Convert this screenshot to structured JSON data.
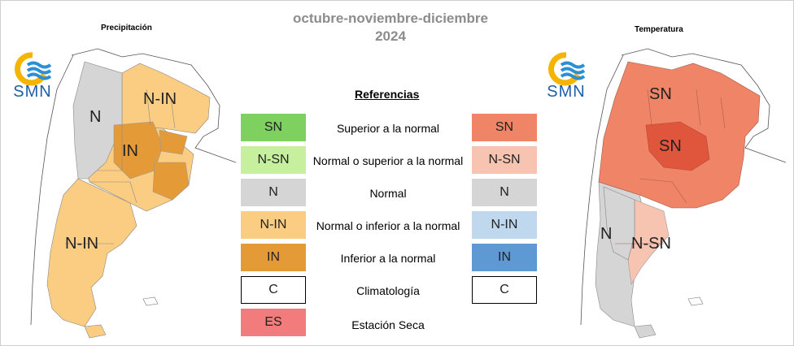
{
  "title": {
    "line1": "octubre-noviembre-diciembre",
    "line2": "2024"
  },
  "maps": {
    "precip": {
      "title": "Precipitación",
      "regions": [
        "N",
        "N-IN",
        "IN",
        "N-IN"
      ]
    },
    "temp": {
      "title": "Temperatura",
      "regions": [
        "SN",
        "SN",
        "N",
        "N-SN"
      ]
    }
  },
  "logo": {
    "text": "SMN"
  },
  "references": {
    "title": "Referencias",
    "rows": [
      {
        "left_code": "SN",
        "left_color": "#7fd15f",
        "label": "Superior a la normal",
        "right_code": "SN",
        "right_color": "#ef8466"
      },
      {
        "left_code": "N-SN",
        "left_color": "#c6f09e",
        "label": "Normal o superior a la normal",
        "right_code": "N-SN",
        "right_color": "#f6c4b0"
      },
      {
        "left_code": "N",
        "left_color": "#d5d5d5",
        "label": "Normal",
        "right_code": "N",
        "right_color": "#d5d5d5"
      },
      {
        "left_code": "N-IN",
        "left_color": "#fbcd82",
        "label": "Normal o inferior a la normal",
        "right_code": "N-IN",
        "right_color": "#bfd8ee"
      },
      {
        "left_code": "IN",
        "left_color": "#e59a38",
        "label": "Inferior a la normal",
        "right_code": "IN",
        "right_color": "#5f99d4"
      },
      {
        "left_code": "C",
        "left_color": "#ffffff",
        "label": "Climatología",
        "right_code": "C",
        "right_color": "#ffffff"
      },
      {
        "left_code": "ES",
        "left_color": "#f27c7c",
        "label": "Estación Seca"
      }
    ]
  },
  "colors": {
    "precip_normal": "#d5d5d5",
    "precip_n_in": "#fbcd82",
    "precip_in": "#e59a38",
    "temp_sn": "#ef8466",
    "temp_n_sn": "#f6c4b0",
    "temp_n": "#d5d5d5"
  }
}
